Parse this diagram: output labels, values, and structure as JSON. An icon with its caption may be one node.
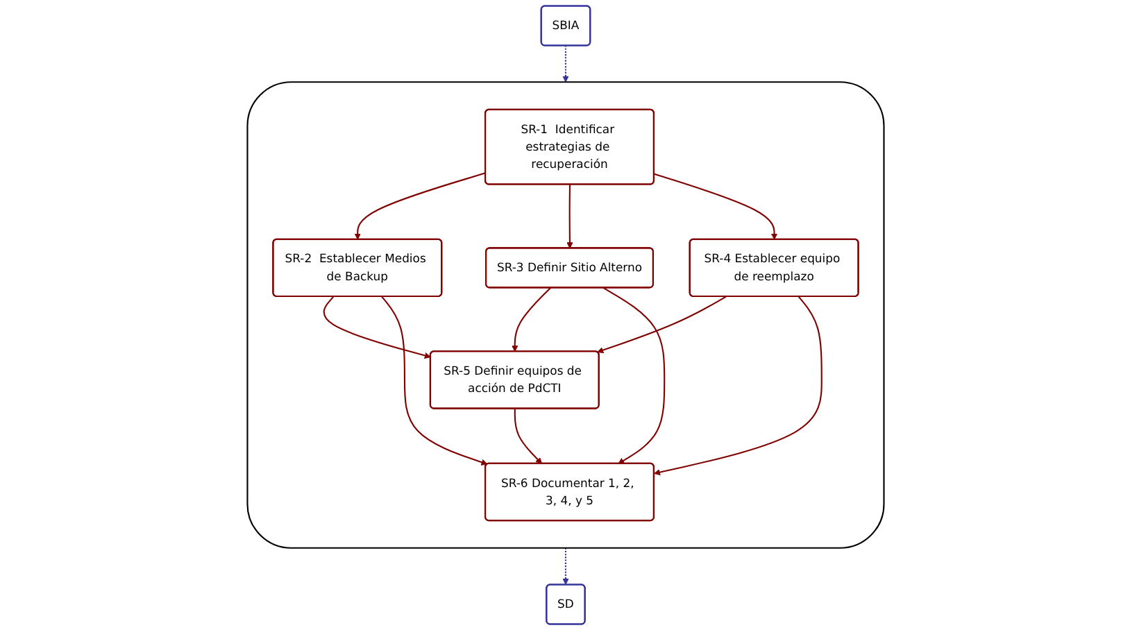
{
  "diagram": {
    "nodes": [
      {
        "text": [],
        "shape": "cloud"
      },
      {
        "text": [
          "SBIA"
        ]
      },
      {
        "text": [
          "SR-1  Identificar estrategias de recuperación"
        ],
        "in": 0
      },
      {
        "text": [
          "SR-2  Establecer Medios de Backup"
        ],
        "in": 0
      },
      {
        "text": [
          "SR-3 Definir Sitio Alterno"
        ],
        "in": 0
      },
      {
        "text": [
          "SR-4 Establecer equipo de reemplazo"
        ],
        "in": 0
      },
      {
        "text": [
          "SR-5 Definir equipos de acción de PdCTI"
        ],
        "in": 0
      },
      {
        "text": [
          "SR-6 Documentar 1, 2, 3, 4, y 5"
        ],
        "in": 0
      },
      {
        "text": [
          "SD"
        ]
      }
    ],
    "edges": [
      {
        "from": 1,
        "to": 0,
        "arrow": "to",
        "style": "dashed",
        "color": "#333399"
      },
      {
        "from": 2,
        "to": 3,
        "arrow": "to"
      },
      {
        "from": 2,
        "to": 4,
        "arrow": "to"
      },
      {
        "from": 2,
        "to": 5,
        "arrow": "to"
      },
      {
        "from": 3,
        "to": 6,
        "arrow": "to"
      },
      {
        "from": 3,
        "to": 7,
        "arrow": "to"
      },
      {
        "from": 4,
        "to": 6,
        "arrow": "to"
      },
      {
        "from": 4,
        "to": 7,
        "arrow": "to"
      },
      {
        "from": 5,
        "to": 6,
        "arrow": "to"
      },
      {
        "from": 5,
        "to": 7,
        "arrow": "to"
      },
      {
        "from": 6,
        "to": 7,
        "arrow": "to"
      },
      {
        "from": 0,
        "to": 8,
        "arrow": "to",
        "style": "dashed",
        "color": "#333399"
      }
    ]
  }
}
